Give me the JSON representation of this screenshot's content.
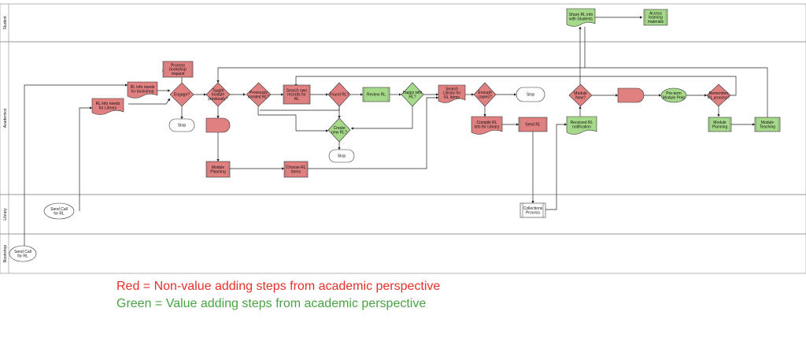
{
  "lanes": [
    "Student",
    "Academics",
    "Library",
    "Bookshop"
  ],
  "colors": {
    "non_value": "#e08080",
    "value": "#a6d98a",
    "neutral": "#ffffff",
    "non_value_text": "#e8302a",
    "value_text": "#48a444"
  },
  "nodes": {
    "share_rl": {
      "text": [
        "Share RL info",
        "with Students"
      ]
    },
    "access_materials": {
      "text": [
        "Access",
        "learning",
        "materials"
      ]
    },
    "process_bookshop": {
      "text": [
        "Process",
        "bookshop",
        "request"
      ]
    },
    "rl_info_bookshop": {
      "text": [
        "RL info needs",
        "for bookshop"
      ]
    },
    "rl_info_library": {
      "text": [
        "RL info needs",
        "for Library"
      ]
    },
    "engage": {
      "text": [
        "Engage?"
      ]
    },
    "taught_module": {
      "text": [
        "Taught",
        "module",
        "previously?"
      ]
    },
    "previously_created": {
      "text": [
        "Previously",
        "created RL?"
      ]
    },
    "search_own": {
      "text": [
        "Search own",
        "records for",
        "RL"
      ]
    },
    "found_rl": {
      "text": [
        "Found RL?"
      ]
    },
    "review_rl": {
      "text": [
        "Review RL"
      ]
    },
    "happy_rl": {
      "text": [
        "Happy with",
        "RL?"
      ]
    },
    "search_library": {
      "text": [
        "Search",
        "Library for",
        "RL Items"
      ]
    },
    "enough_copies": {
      "text": [
        "Enough",
        "copies?"
      ]
    },
    "stop_right": {
      "text": [
        "Stop"
      ]
    },
    "module_now": {
      "text": [
        "Module",
        "Now?"
      ]
    },
    "pre_term": {
      "text": [
        "Pre-term",
        "Module Prep"
      ]
    },
    "remember_process": {
      "text": [
        "Remember",
        "RL process?"
      ]
    },
    "stop_engage": {
      "text": [
        "Stop"
      ]
    },
    "create_new": {
      "text": [
        "Create",
        "new RL?"
      ]
    },
    "stop_create": {
      "text": [
        "Stop"
      ]
    },
    "compile_rl": {
      "text": [
        "Compile RL",
        "info for Library"
      ]
    },
    "send_rl": {
      "text": [
        "Send RL"
      ]
    },
    "received_rl": {
      "text": [
        "Received RL",
        "notification"
      ]
    },
    "module_planning_right": {
      "text": [
        "Module",
        "Planning"
      ]
    },
    "module_teaching": {
      "text": [
        "Module",
        "Teaching"
      ]
    },
    "module_planning_left": {
      "text": [
        "Module",
        "Planning"
      ]
    },
    "choose_items": {
      "text": [
        "Choose RL",
        "Items"
      ]
    },
    "collections_process": {
      "text": [
        "Collections",
        "Process"
      ]
    },
    "send_call_library": {
      "text": [
        "Send Call",
        "for RL"
      ]
    },
    "send_call_bookshop": {
      "text": [
        "Send Call",
        "for RL"
      ]
    },
    "delay_left": {
      "text": []
    },
    "delay_right": {
      "text": []
    }
  },
  "legend": {
    "red": "Red = Non-value adding steps from academic perspective",
    "green": "Green = Value adding steps from academic perspective"
  }
}
